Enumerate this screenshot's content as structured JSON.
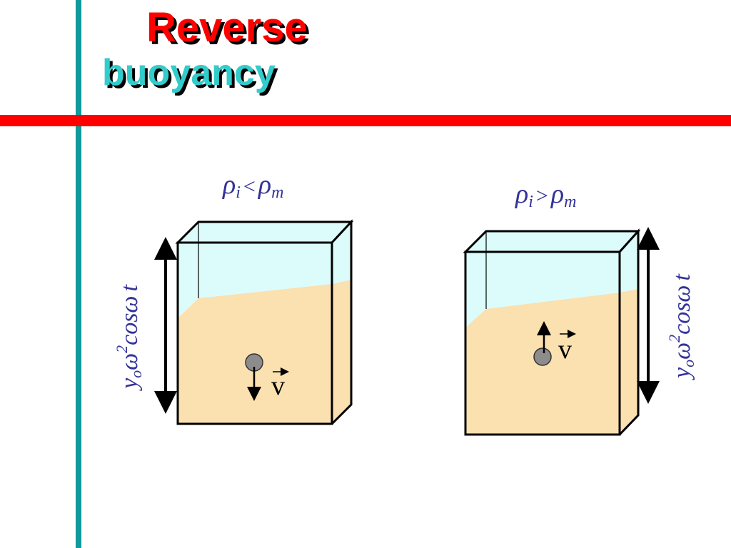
{
  "title": {
    "line1": "Reverse",
    "line2": "buoyancy"
  },
  "colors": {
    "accent_bar_vertical": "#0f9a9c",
    "accent_bar_horizontal": "#ff0000",
    "title_line1": "#ff0000",
    "title_line2": "#33cccc",
    "formula_text": "#333399",
    "air": "#dcfcfc",
    "sand": "#fbe0b0",
    "particle": "#8c8c8c"
  },
  "diagrams": [
    {
      "condition": {
        "rho": "ρ",
        "left_sub": "i",
        "op": "<",
        "right_sub": "m"
      },
      "velocity_label": "v",
      "velocity_direction": "down",
      "amplitude": {
        "y": "y",
        "y_sub": "o",
        "omega": "ω",
        "exp": "2",
        "cos": "cos",
        "omega2": "ω",
        "t": "t"
      }
    },
    {
      "condition": {
        "rho": "ρ",
        "left_sub": "i",
        "op": ">",
        "right_sub": "m"
      },
      "velocity_label": "v",
      "velocity_direction": "up",
      "amplitude": {
        "y": "y",
        "y_sub": "o",
        "omega": "ω",
        "exp": "2",
        "cos": "cos",
        "omega2": "ω",
        "t": "t"
      }
    }
  ]
}
